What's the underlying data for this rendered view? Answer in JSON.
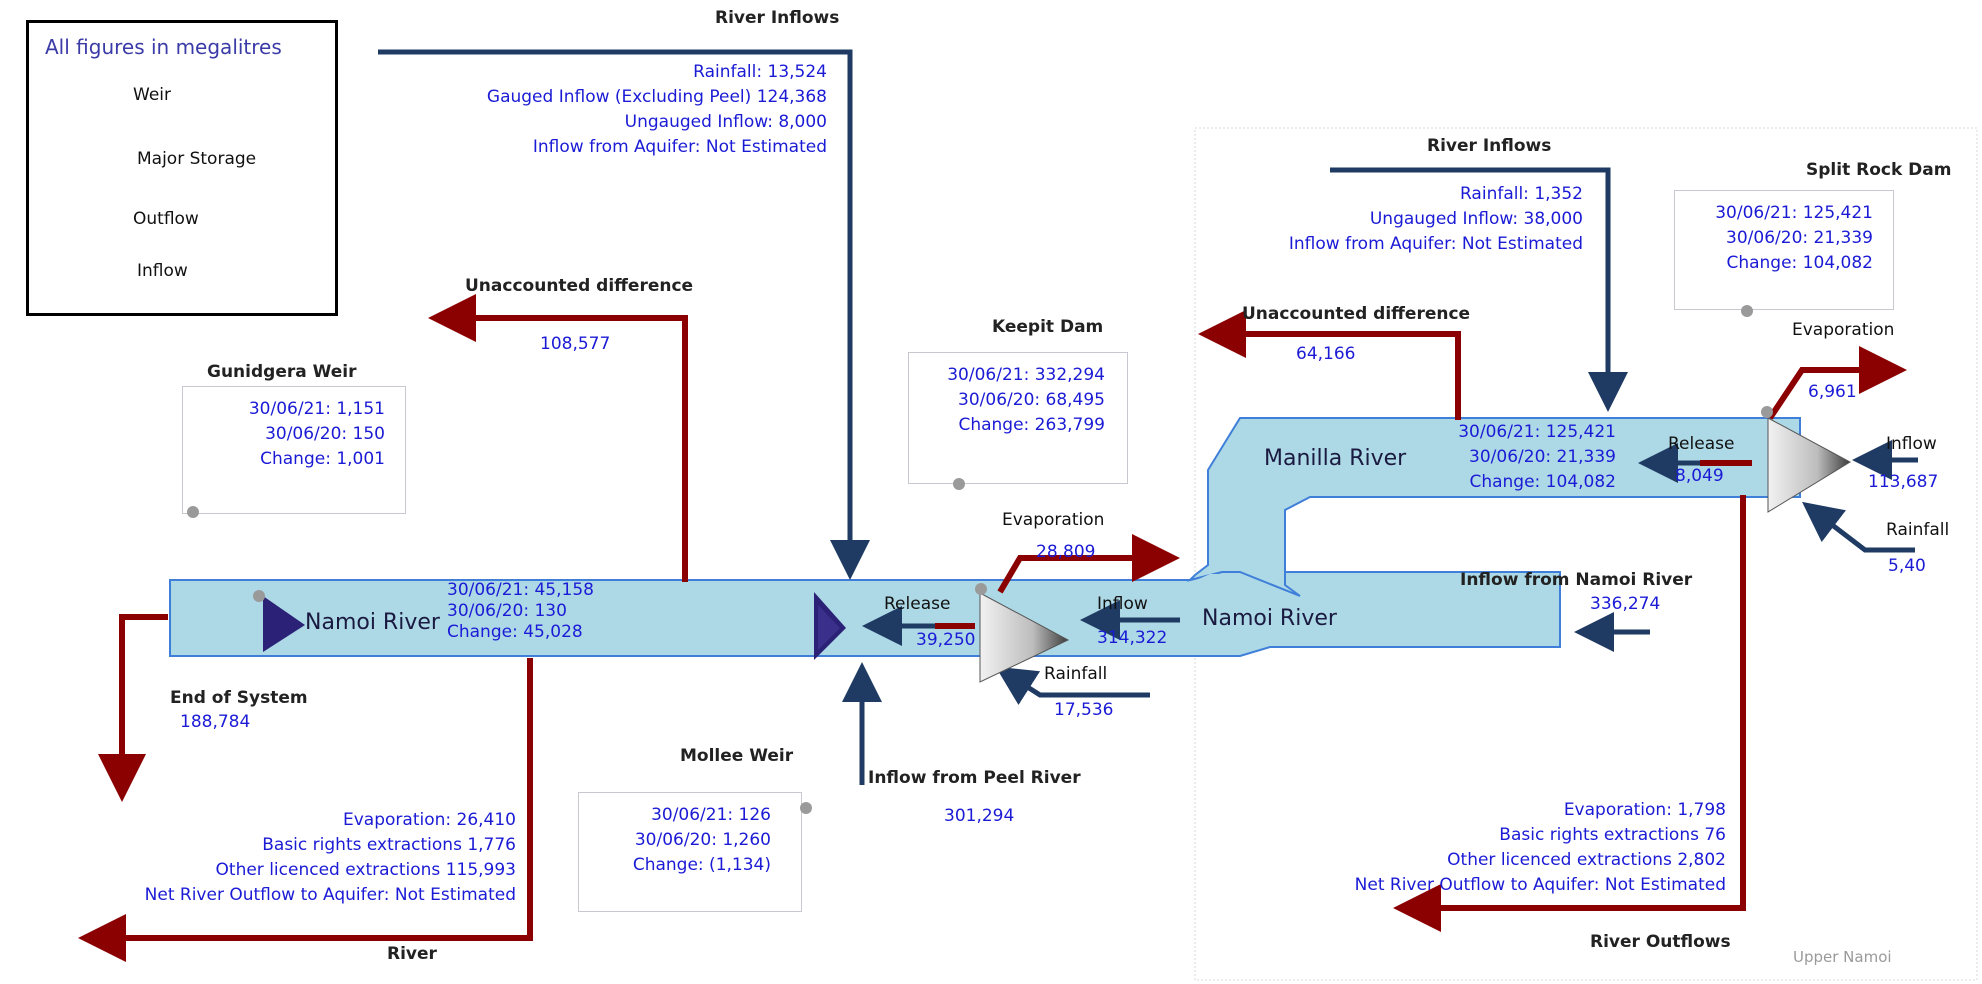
{
  "legend": {
    "title": "All figures in megalitres",
    "weir": "Weir",
    "major_storage": "Major Storage",
    "outflow": "Outflow",
    "inflow": "Inflow"
  },
  "river_inflows_main": {
    "heading": "River Inflows",
    "lines": [
      "Rainfall: 13,524",
      "Gauged Inflow (Excluding Peel) 124,368",
      "Ungauged Inflow: 8,000",
      "Inflow from Aquifer: Not Estimated"
    ]
  },
  "unaccounted_left": {
    "heading": "Unaccounted difference",
    "value": "108,577"
  },
  "gunidgera_weir": {
    "heading": "Gunidgera Weir",
    "lines": [
      "30/06/21: 1,151",
      "30/06/20: 150",
      "Change:  1,001"
    ]
  },
  "namoi_lower": {
    "river_label": "Namoi River",
    "lines": [
      "30/06/21: 45,158",
      "30/06/20: 130",
      "Change:  45,028"
    ]
  },
  "end_of_system": {
    "heading": "End of System",
    "value": "188,784"
  },
  "river_outflows_left": {
    "lines": [
      "Evaporation: 26,410",
      "Basic rights extractions 1,776",
      "Other licenced extractions  115,993",
      "Net River Outflow to Aquifer: Not Estimated"
    ],
    "heading": "River"
  },
  "mollee_weir": {
    "heading": "Mollee Weir",
    "lines": [
      "30/06/21: 126",
      "30/06/20: 1,260",
      "Change: (1,134)"
    ]
  },
  "peel_inflow": {
    "heading": "Inflow from Peel River",
    "value": "301,294"
  },
  "keepit_dam": {
    "heading": "Keepit Dam",
    "lines": [
      "30/06/21: 332,294",
      "30/06/20: 68,495",
      "Change:  263,799"
    ],
    "release_label": "Release",
    "release_value": "39,250",
    "evap_label": "Evaporation",
    "evap_value": "28,809",
    "rain_label": "Rainfall",
    "rain_value": "17,536",
    "inflow_label": "Inflow",
    "inflow_value": "314,322"
  },
  "namoi_upper": {
    "river_label": "Namoi River"
  },
  "inflow_namoi": {
    "heading": "Inflow from Namoi River",
    "value": "336,274"
  },
  "unaccounted_right": {
    "heading": "Unaccounted difference",
    "value": "64,166"
  },
  "river_inflows_upper": {
    "heading": "River Inflows",
    "lines": [
      "Rainfall: 1,352",
      "Ungauged Inflow: 38,000",
      "Inflow from Aquifer: Not Estimated"
    ]
  },
  "manilla": {
    "river_label": "Manilla River",
    "lines": [
      "30/06/21: 125,421",
      "30/06/20: 21,339",
      "Change:  104,082"
    ],
    "release_label": "Release",
    "release_value": "8,049"
  },
  "split_rock_dam": {
    "heading": "Split Rock Dam",
    "lines": [
      "30/06/21: 125,421",
      "30/06/20: 21,339",
      "Change:  104,082"
    ],
    "evap_label": "Evaporation",
    "evap_value": "6,961",
    "inflow_label": "Inflow",
    "inflow_value": "113,687",
    "rain_label": "Rainfall",
    "rain_value": "5,40"
  },
  "river_outflows_right": {
    "lines": [
      "Evaporation: 1,798",
      "Basic rights extractions 76",
      "Other licenced extractions  2,802",
      "Net River Outflow to Aquifer: Not Estimated"
    ],
    "heading": "River Outflows"
  },
  "region_label": "Upper Namoi",
  "colors": {
    "outflow": "#8b0000",
    "inflow": "#1f3b63",
    "river_fill": "#add8e6",
    "text_blue": "#1b1bd6"
  }
}
